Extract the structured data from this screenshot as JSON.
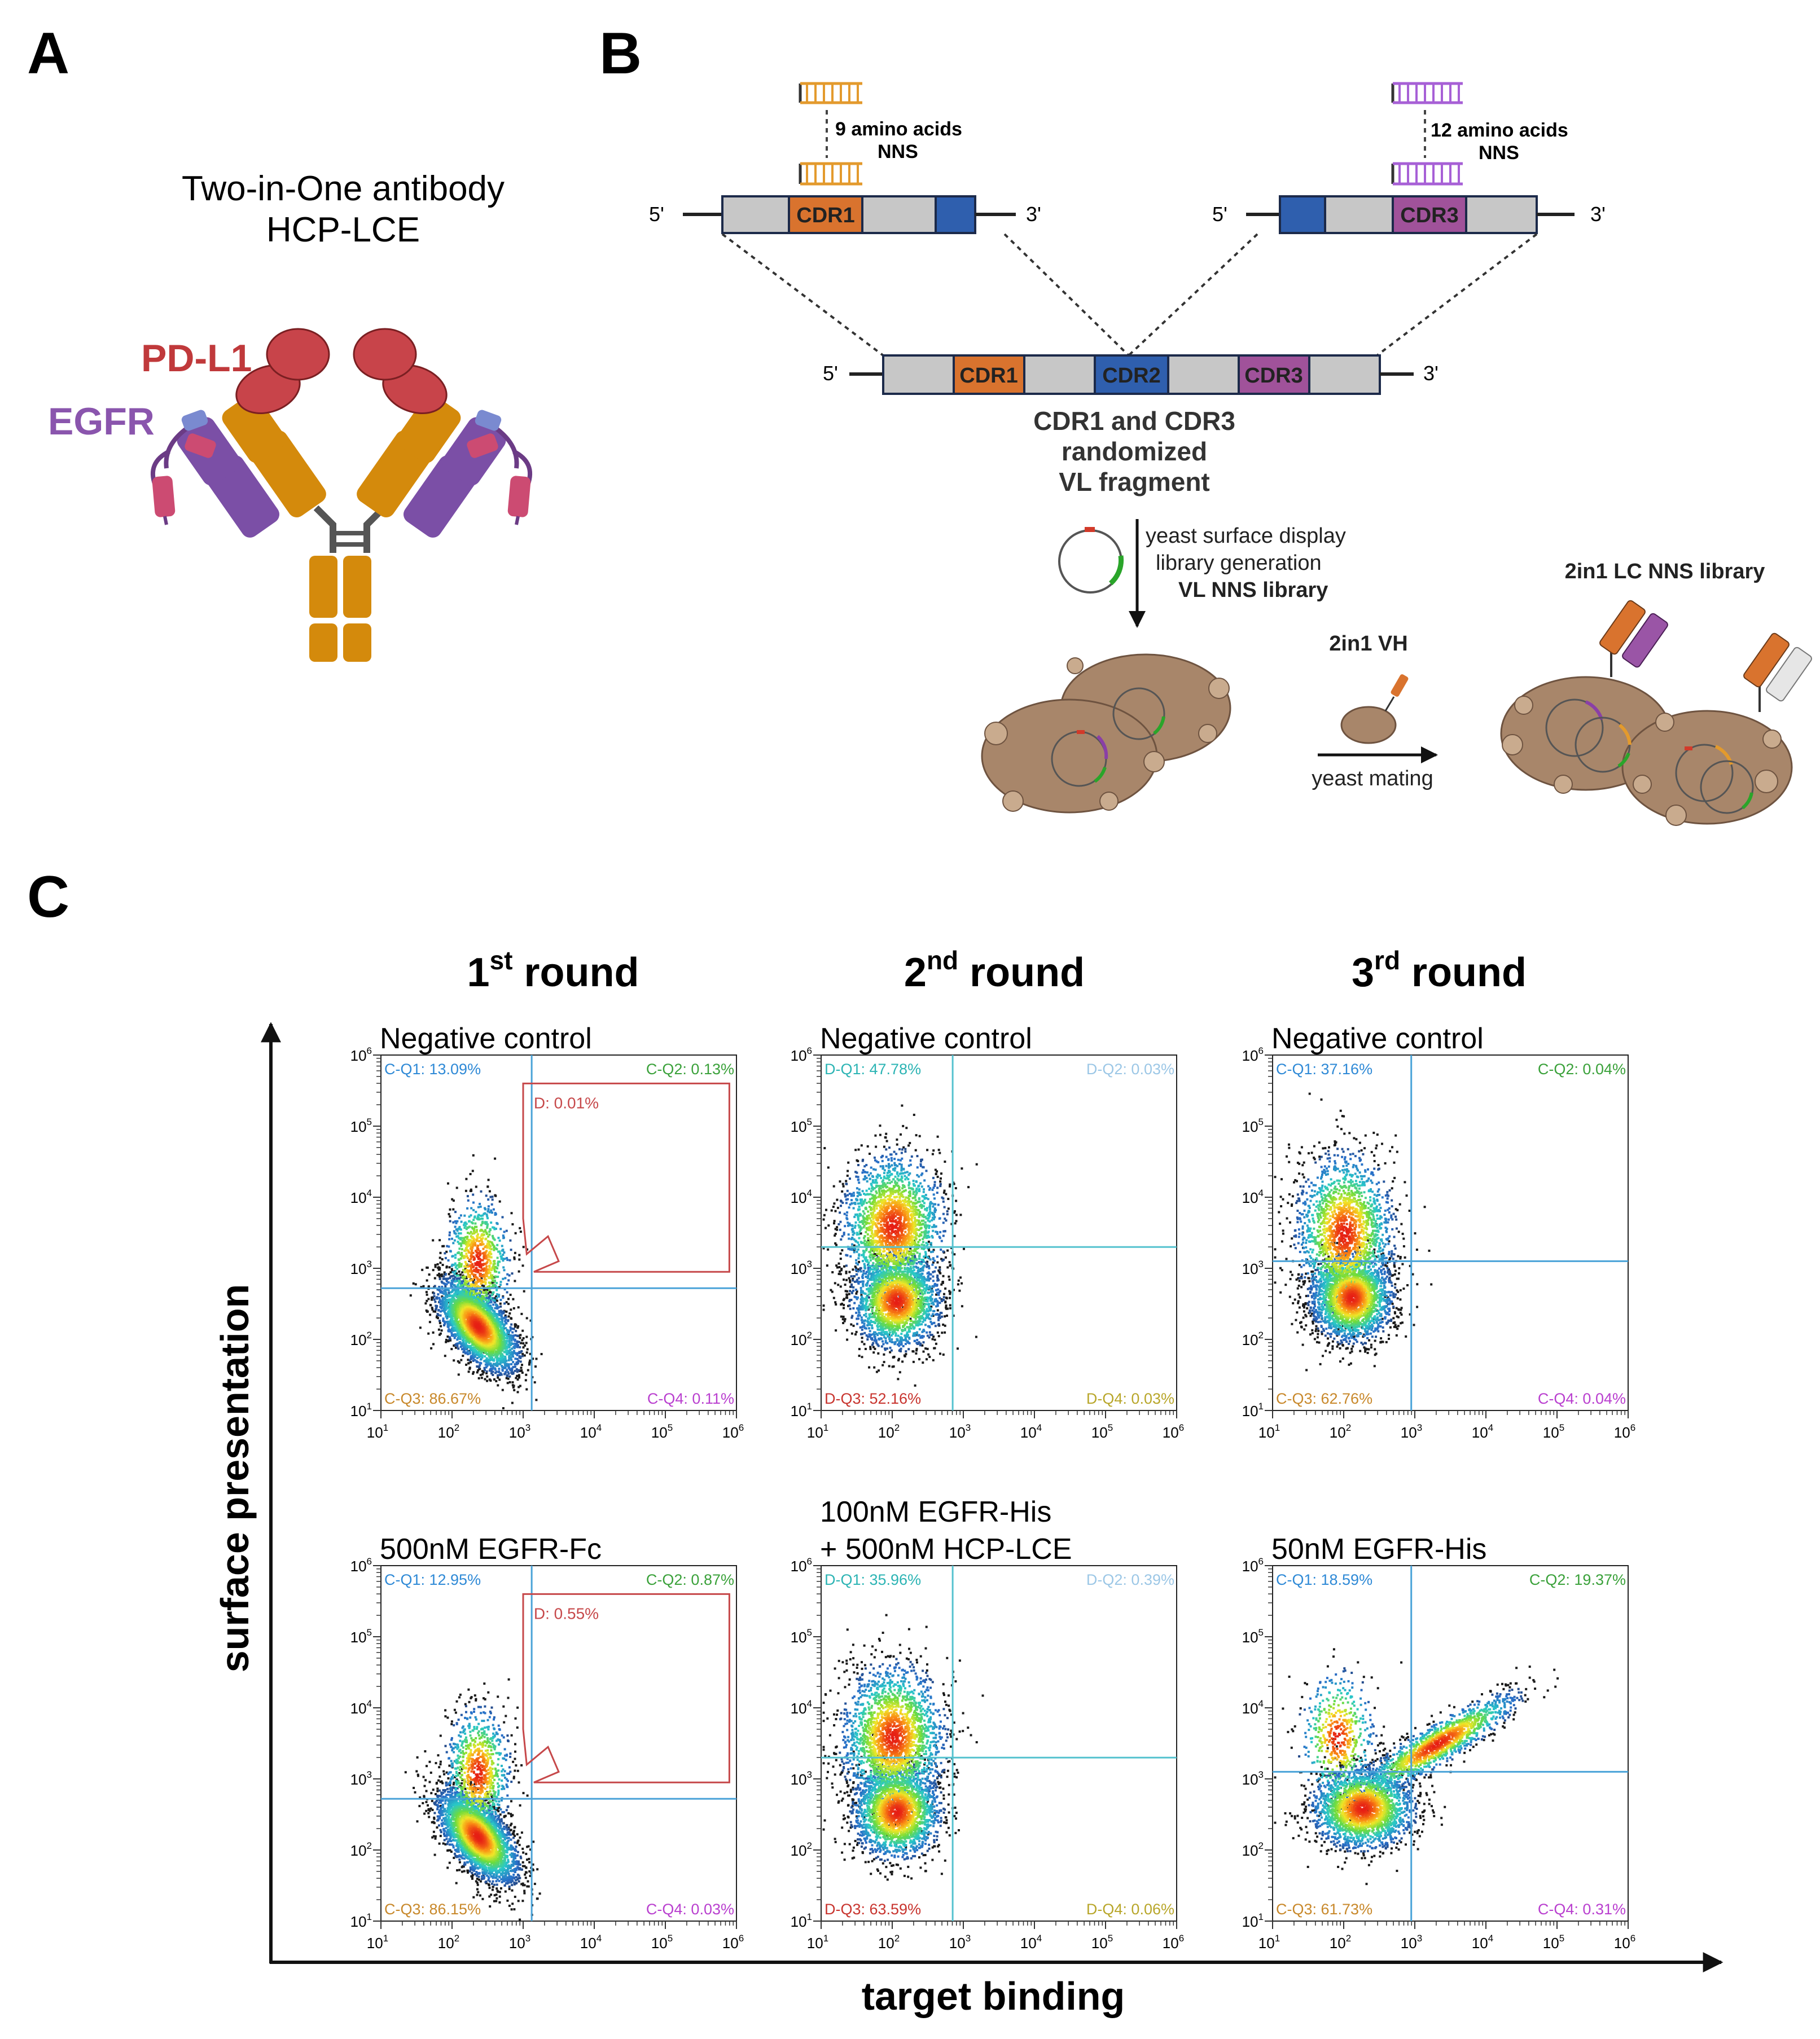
{
  "panels": {
    "a": {
      "letter": "A",
      "title_line1": "Two-in-One antibody",
      "title_line2": "HCP-LCE",
      "label_pdl1": "PD-L1",
      "label_egfr": "EGFR"
    },
    "b": {
      "letter": "B",
      "end5": "5'",
      "end3": "3'",
      "cdr1": "CDR1",
      "cdr2": "CDR2",
      "cdr3": "CDR3",
      "left_primer_line1": "9 amino acids",
      "left_primer_line2": "NNS",
      "right_primer_line1": "12 amino acids",
      "right_primer_line2": "NNS",
      "fragment_line1": "CDR1 and CDR3",
      "fragment_line2": "randomized",
      "fragment_line3": "VL fragment",
      "step1_line1": "yeast surface display",
      "step1_line2": "library generation",
      "step1_line3": "VL NNS library",
      "vh_label": "2in1 VH",
      "mating_label": "yeast mating",
      "final_library": "2in1 LC NNS library"
    },
    "c": {
      "letter": "C",
      "y_axis_label": "surface presentation",
      "x_axis_label": "target binding",
      "round_labels": [
        {
          "num": "1",
          "sup": "st",
          "word": " round"
        },
        {
          "num": "2",
          "sup": "nd",
          "word": " round"
        },
        {
          "num": "3",
          "sup": "rd",
          "word": " round"
        }
      ],
      "tick_base": "10",
      "tick_exponents": [
        "1",
        "2",
        "3",
        "4",
        "5",
        "6"
      ],
      "plots": [
        {
          "title": [
            "Negative control"
          ],
          "type": "round1",
          "q1": "C-Q1: 13.09%",
          "q2": "C-Q2: 0.13%",
          "q3": "C-Q3: 86.67%",
          "q4": "C-Q4: 0.11%",
          "gate": "D: 0.01%"
        },
        {
          "title": [
            "Negative control"
          ],
          "type": "round2",
          "q1": "D-Q1: 47.78%",
          "q2": "D-Q2: 0.03%",
          "q3": "D-Q3: 52.16%",
          "q4": "D-Q4: 0.03%"
        },
        {
          "title": [
            "Negative control"
          ],
          "type": "round3neg",
          "q1": "C-Q1: 37.16%",
          "q2": "C-Q2: 0.04%",
          "q3": "C-Q3: 62.76%",
          "q4": "C-Q4: 0.04%"
        },
        {
          "title": [
            "500nM EGFR-Fc"
          ],
          "type": "round1",
          "q1": "C-Q1: 12.95%",
          "q2": "C-Q2: 0.87%",
          "q3": "C-Q3: 86.15%",
          "q4": "C-Q4: 0.03%",
          "gate": "D: 0.55%"
        },
        {
          "title": [
            "100nM EGFR-His",
            "+ 500nM HCP-LCE"
          ],
          "type": "round2",
          "q1": "D-Q1: 35.96%",
          "q2": "D-Q2: 0.39%",
          "q3": "D-Q3: 63.59%",
          "q4": "D-Q4: 0.06%"
        },
        {
          "title": [
            "50nM EGFR-His"
          ],
          "type": "round3pos",
          "q1": "C-Q1: 18.59%",
          "q2": "C-Q2: 19.37%",
          "q3": "C-Q3: 61.73%",
          "q4": "C-Q4: 0.31%"
        }
      ]
    }
  },
  "colors": {
    "orange_cdr": "#d9732e",
    "blue_cdr": "#2f5fae",
    "purple_cdr": "#a0529a",
    "frag_grey": "#c7c7c7",
    "ab_orange": "#d48a0c",
    "ab_purple": "#7b4fa6",
    "ab_red": "#c8444a",
    "ab_pink": "#cc4b72",
    "label_red": "#c0393b",
    "label_purple": "#8a55ad",
    "yeast": "#a8866a",
    "q1_blue": "#2e89d6",
    "q2_green": "#3aa13a",
    "q3_orange": "#c8882a",
    "q4_magenta": "#b93fcf",
    "gate_red": "#c6484a",
    "line_blue": "#4aa3d8",
    "line_cyan": "#55c2cf"
  }
}
